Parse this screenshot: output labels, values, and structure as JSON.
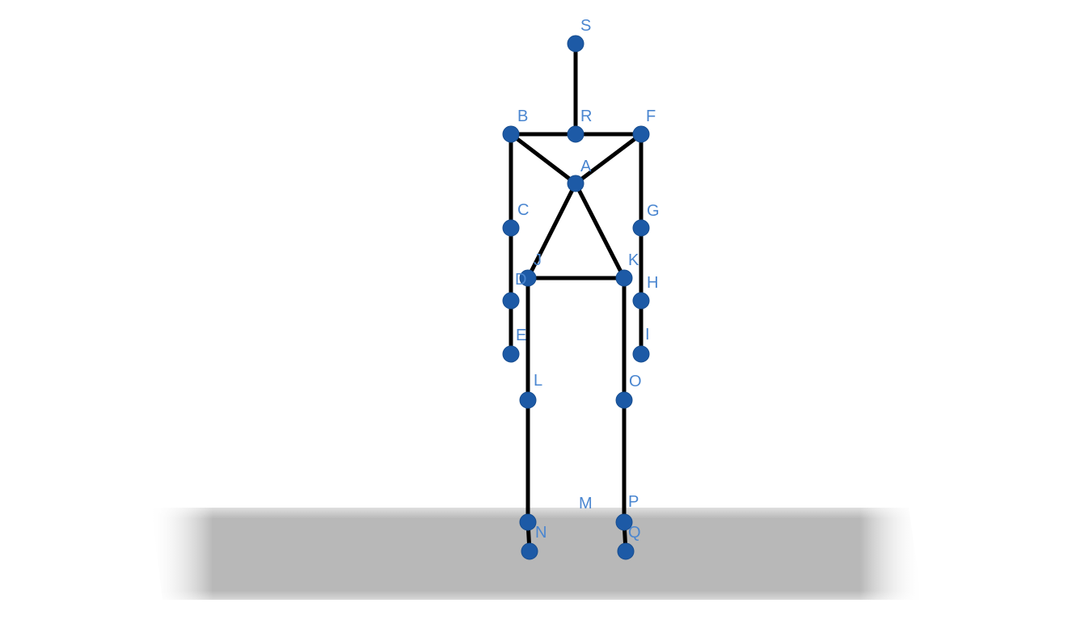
{
  "scene": {
    "plane_label": "M",
    "colors": {
      "point_fill": "#1d5aa6",
      "label": "#4a86d0",
      "segment": "#000000",
      "plane": "#b8b8b8"
    }
  },
  "points": [
    {
      "id": "S",
      "label": "S"
    },
    {
      "id": "R",
      "label": "R"
    },
    {
      "id": "B",
      "label": "B"
    },
    {
      "id": "F",
      "label": "F"
    },
    {
      "id": "A",
      "label": "A"
    },
    {
      "id": "C",
      "label": "C"
    },
    {
      "id": "G",
      "label": "G"
    },
    {
      "id": "J",
      "label": "J"
    },
    {
      "id": "K",
      "label": "K"
    },
    {
      "id": "D",
      "label": "D"
    },
    {
      "id": "H",
      "label": "H"
    },
    {
      "id": "E",
      "label": "E"
    },
    {
      "id": "I",
      "label": "I"
    },
    {
      "id": "L",
      "label": "L"
    },
    {
      "id": "O",
      "label": "O"
    },
    {
      "id": "N",
      "label": "N"
    },
    {
      "id": "P",
      "label": "P"
    },
    {
      "id": "Q",
      "label": "Q"
    }
  ],
  "segments": [
    [
      "S",
      "R"
    ],
    [
      "B",
      "R"
    ],
    [
      "R",
      "F"
    ],
    [
      "B",
      "A"
    ],
    [
      "F",
      "A"
    ],
    [
      "B",
      "C"
    ],
    [
      "C",
      "D"
    ],
    [
      "D",
      "E"
    ],
    [
      "F",
      "G"
    ],
    [
      "G",
      "H"
    ],
    [
      "H",
      "I"
    ],
    [
      "A",
      "J"
    ],
    [
      "A",
      "K"
    ],
    [
      "J",
      "K"
    ],
    [
      "J",
      "L"
    ],
    [
      "L",
      "N"
    ],
    [
      "K",
      "O"
    ],
    [
      "O",
      "P"
    ],
    [
      "N",
      "N_end"
    ],
    [
      "P",
      "Q_end"
    ]
  ]
}
